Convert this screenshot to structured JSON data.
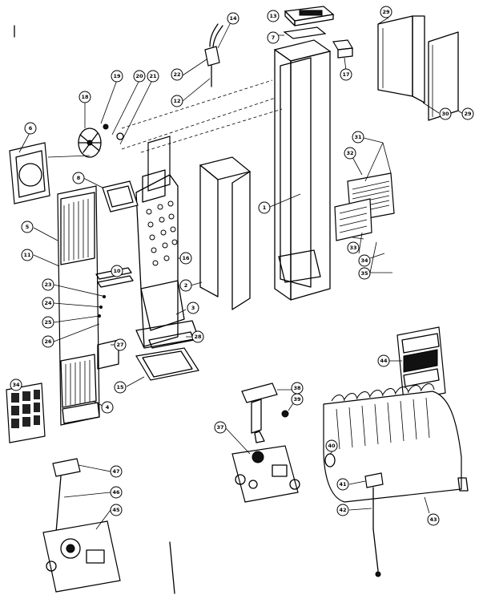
{
  "callouts": [
    {
      "id": "c29a",
      "label": "29"
    },
    {
      "id": "c13",
      "label": "13"
    },
    {
      "id": "c14",
      "label": "14"
    },
    {
      "id": "c7",
      "label": "7"
    },
    {
      "id": "c17",
      "label": "17"
    },
    {
      "id": "c22",
      "label": "22"
    },
    {
      "id": "c12",
      "label": "12"
    },
    {
      "id": "c19",
      "label": "19"
    },
    {
      "id": "c20",
      "label": "20"
    },
    {
      "id": "c21",
      "label": "21"
    },
    {
      "id": "c18",
      "label": "18"
    },
    {
      "id": "c30",
      "label": "30"
    },
    {
      "id": "c29b",
      "label": "29"
    },
    {
      "id": "c6",
      "label": "6"
    },
    {
      "id": "c31",
      "label": "31"
    },
    {
      "id": "c32",
      "label": "32"
    },
    {
      "id": "c8",
      "label": "8"
    },
    {
      "id": "c1",
      "label": "1"
    },
    {
      "id": "c5",
      "label": "5"
    },
    {
      "id": "c16",
      "label": "16"
    },
    {
      "id": "c11",
      "label": "11"
    },
    {
      "id": "c33",
      "label": "33"
    },
    {
      "id": "c34a",
      "label": "34"
    },
    {
      "id": "c10",
      "label": "10"
    },
    {
      "id": "c35",
      "label": "35"
    },
    {
      "id": "c23",
      "label": "23"
    },
    {
      "id": "c2",
      "label": "2"
    },
    {
      "id": "c24",
      "label": "24"
    },
    {
      "id": "c3",
      "label": "3"
    },
    {
      "id": "c25",
      "label": "25"
    },
    {
      "id": "c26",
      "label": "26"
    },
    {
      "id": "c28",
      "label": "28"
    },
    {
      "id": "c27",
      "label": "27"
    },
    {
      "id": "c44",
      "label": "44"
    },
    {
      "id": "c15",
      "label": "15"
    },
    {
      "id": "c38",
      "label": "38"
    },
    {
      "id": "c39",
      "label": "39"
    },
    {
      "id": "c34b",
      "label": "34"
    },
    {
      "id": "c4",
      "label": "4"
    },
    {
      "id": "c37",
      "label": "37"
    },
    {
      "id": "c40",
      "label": "40"
    },
    {
      "id": "c41",
      "label": "41"
    },
    {
      "id": "c47",
      "label": "47"
    },
    {
      "id": "c46",
      "label": "46"
    },
    {
      "id": "c42",
      "label": "42"
    },
    {
      "id": "c45",
      "label": "45"
    },
    {
      "id": "c43",
      "label": "43"
    }
  ]
}
